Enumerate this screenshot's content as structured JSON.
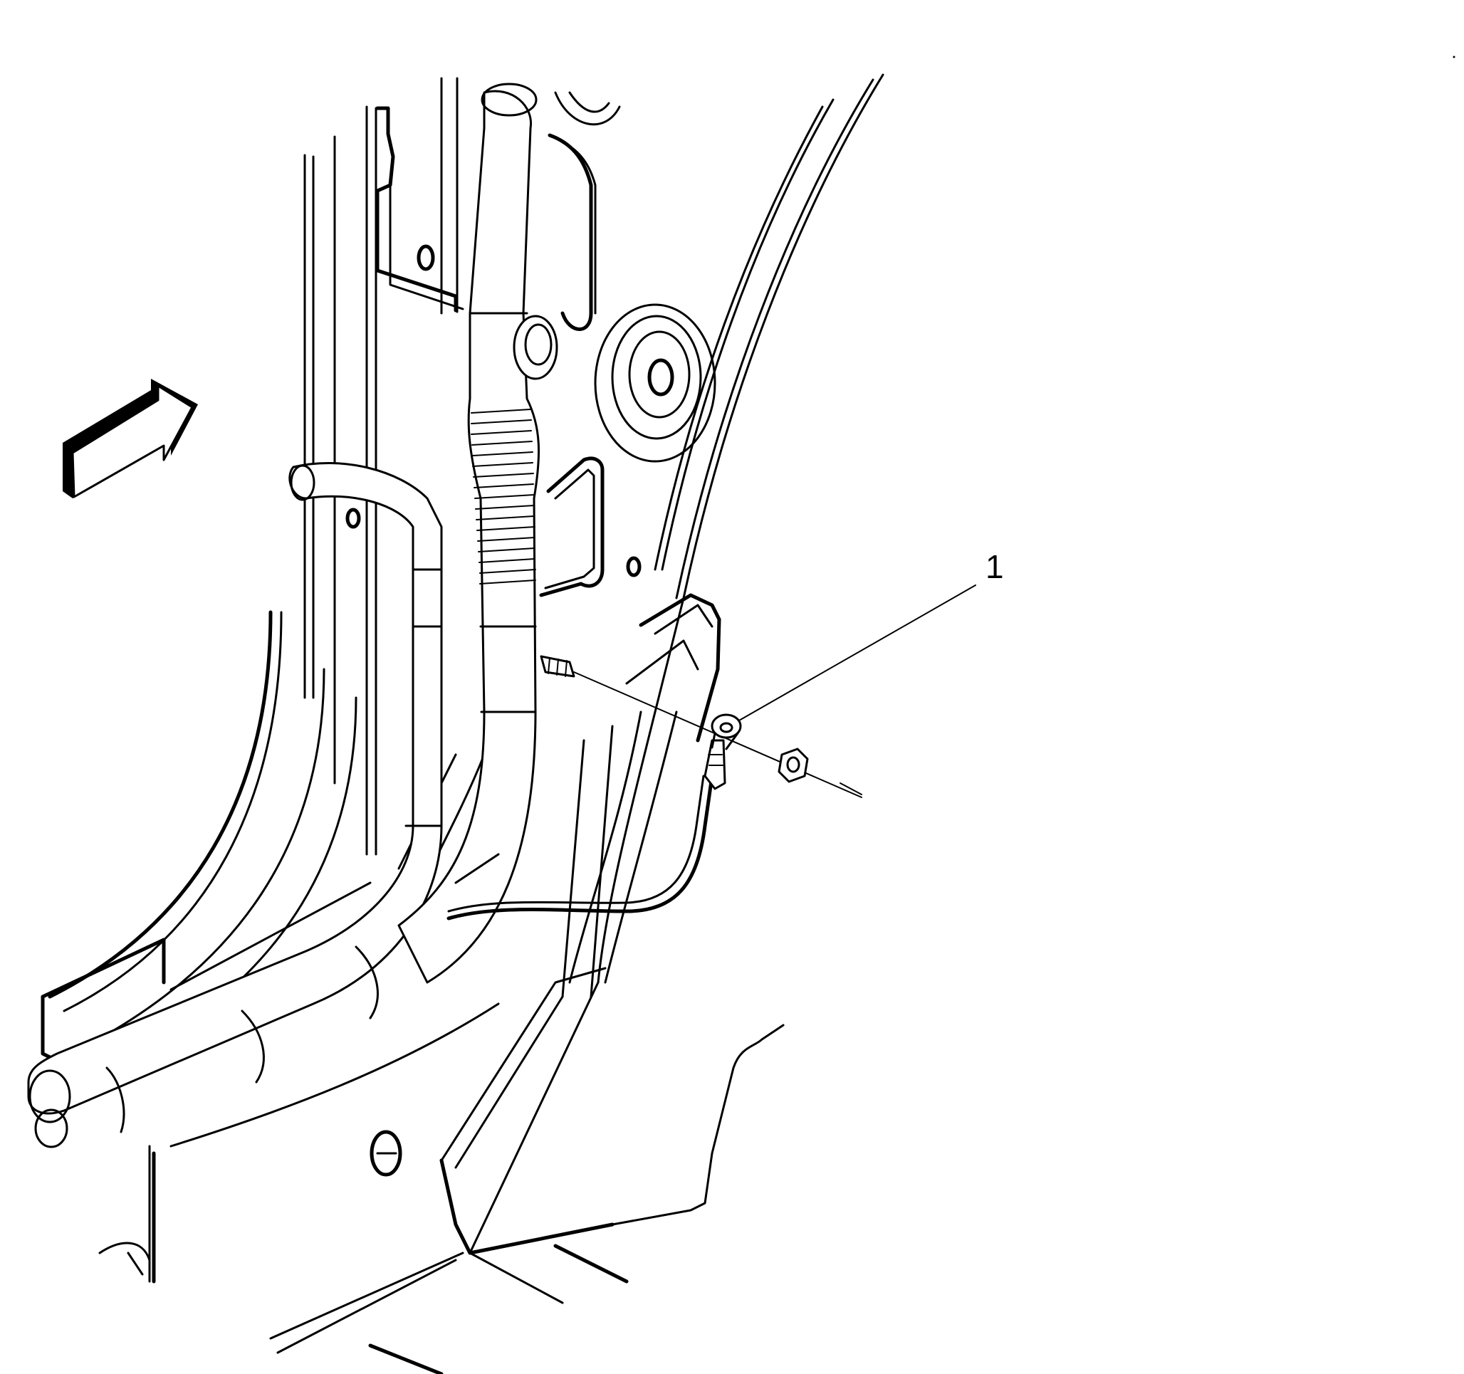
{
  "diagram": {
    "callouts": [
      {
        "id": "1",
        "label": "1",
        "refers_to": "ground-eyelet-nut"
      }
    ],
    "icons": [
      "direction-arrow-icon",
      "ground-eyelet-icon",
      "nut-icon",
      "stud-icon"
    ]
  }
}
